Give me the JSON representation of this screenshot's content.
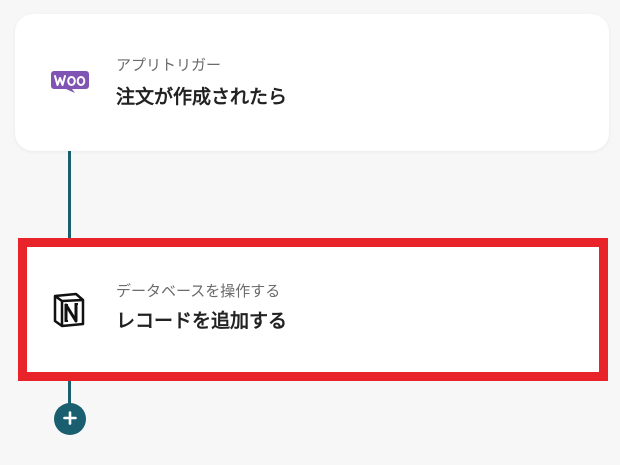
{
  "flow": {
    "steps": [
      {
        "app_icon": "woocommerce-logo",
        "subtitle": "アプリトリガー",
        "title": "注文が作成されたら"
      },
      {
        "app_icon": "notion-logo",
        "subtitle": "データベースを操作する",
        "title": "レコードを追加する"
      }
    ],
    "add_step_icon": "plus-icon"
  },
  "colors": {
    "connector": "#1a5f70",
    "highlight_border": "#e8232a",
    "woo_purple": "#7f54b3",
    "background": "#f7f7f7"
  }
}
